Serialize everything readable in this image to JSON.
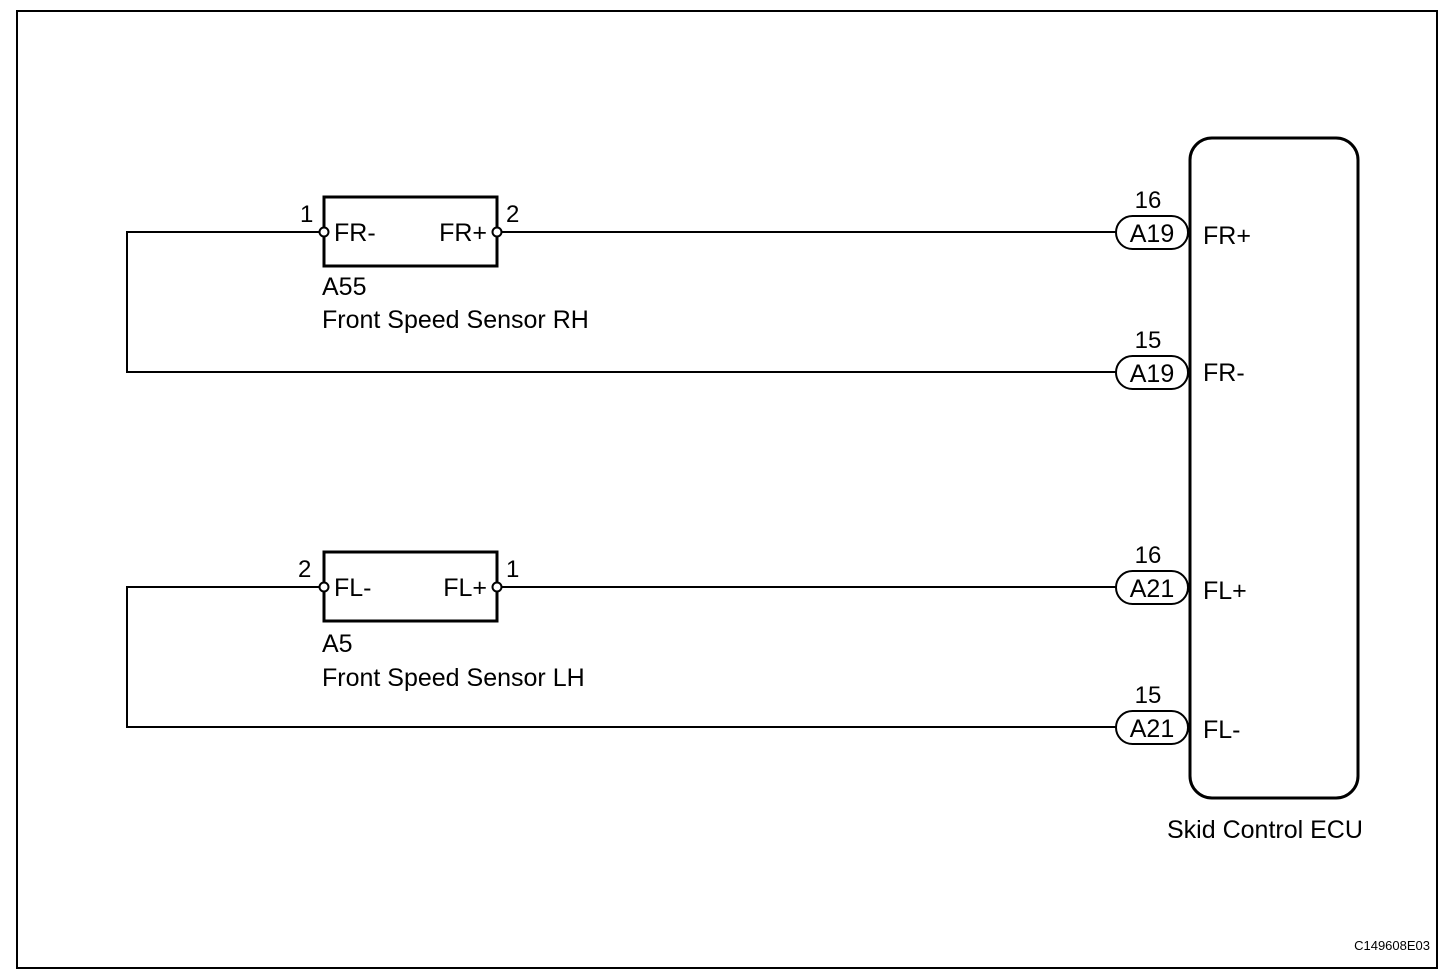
{
  "sensors": [
    {
      "code": "A55",
      "name": "Front Speed Sensor RH",
      "left_terminal": "FR-",
      "right_terminal": "FR+",
      "left_pin": "1",
      "right_pin": "2"
    },
    {
      "code": "A5",
      "name": "Front Speed Sensor LH",
      "left_terminal": "FL-",
      "right_terminal": "FL+",
      "left_pin": "2",
      "right_pin": "1"
    }
  ],
  "ecu": {
    "name": "Skid Control ECU",
    "pins": [
      {
        "connector": "A19",
        "pin": "16",
        "terminal": "FR+"
      },
      {
        "connector": "A19",
        "pin": "15",
        "terminal": "FR-"
      },
      {
        "connector": "A21",
        "pin": "16",
        "terminal": "FL+"
      },
      {
        "connector": "A21",
        "pin": "15",
        "terminal": "FL-"
      }
    ]
  },
  "figure_code": "C149608E03"
}
